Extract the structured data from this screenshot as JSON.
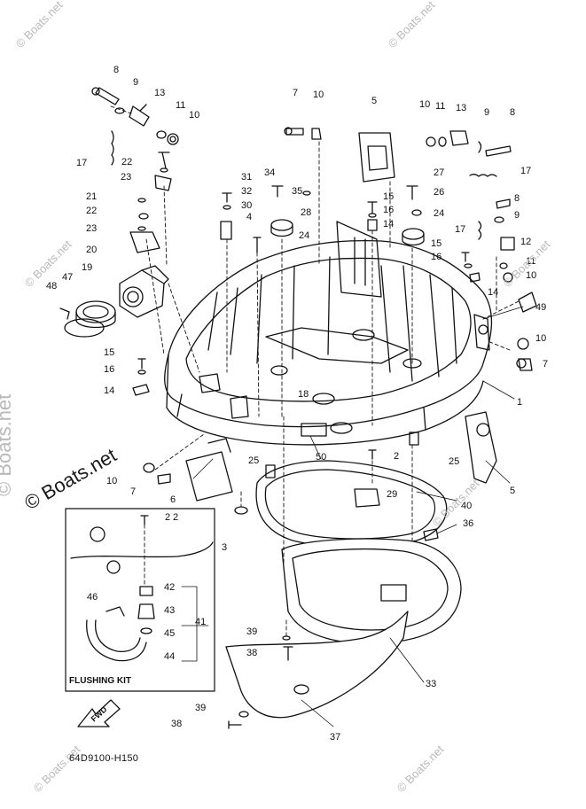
{
  "figure_code": "64D9100-H150",
  "flushing_kit_label": "FLUSHING KIT",
  "fwd_label": "FWD",
  "watermark": "© Boats.net",
  "callouts": [
    {
      "id": "c8a",
      "text": "8"
    },
    {
      "id": "c9a",
      "text": "9"
    },
    {
      "id": "c13a",
      "text": "13"
    },
    {
      "id": "c11a",
      "text": "11"
    },
    {
      "id": "c10a",
      "text": "10"
    },
    {
      "id": "c17a",
      "text": "17"
    },
    {
      "id": "c22a",
      "text": "22"
    },
    {
      "id": "c23a",
      "text": "23"
    },
    {
      "id": "c21",
      "text": "21"
    },
    {
      "id": "c22b",
      "text": "22"
    },
    {
      "id": "c23b",
      "text": "23"
    },
    {
      "id": "c20",
      "text": "20"
    },
    {
      "id": "c19",
      "text": "19"
    },
    {
      "id": "c47",
      "text": "47"
    },
    {
      "id": "c48",
      "text": "48"
    },
    {
      "id": "c15a",
      "text": "15"
    },
    {
      "id": "c16a",
      "text": "16"
    },
    {
      "id": "c14a",
      "text": "14"
    },
    {
      "id": "c10b",
      "text": "10"
    },
    {
      "id": "c7a",
      "text": "7"
    },
    {
      "id": "c6",
      "text": "6"
    },
    {
      "id": "c2a",
      "text": "2"
    },
    {
      "id": "c3",
      "text": "3"
    },
    {
      "id": "c7b",
      "text": "7"
    },
    {
      "id": "c10c",
      "text": "10"
    },
    {
      "id": "c5a",
      "text": "5"
    },
    {
      "id": "c10d",
      "text": "10"
    },
    {
      "id": "c11b",
      "text": "11"
    },
    {
      "id": "c13b",
      "text": "13"
    },
    {
      "id": "c9b",
      "text": "9"
    },
    {
      "id": "c8b",
      "text": "8"
    },
    {
      "id": "c17b",
      "text": "17"
    },
    {
      "id": "c34",
      "text": "34"
    },
    {
      "id": "c35",
      "text": "35"
    },
    {
      "id": "c28",
      "text": "28"
    },
    {
      "id": "c31",
      "text": "31"
    },
    {
      "id": "c32",
      "text": "32"
    },
    {
      "id": "c30",
      "text": "30"
    },
    {
      "id": "c4",
      "text": "4"
    },
    {
      "id": "c24a",
      "text": "24"
    },
    {
      "id": "c15b",
      "text": "15"
    },
    {
      "id": "c16b",
      "text": "16"
    },
    {
      "id": "c14b",
      "text": "14"
    },
    {
      "id": "c27",
      "text": "27"
    },
    {
      "id": "c26",
      "text": "26"
    },
    {
      "id": "c24b",
      "text": "24"
    },
    {
      "id": "c8c",
      "text": "8"
    },
    {
      "id": "c9c",
      "text": "9"
    },
    {
      "id": "c17c",
      "text": "17"
    },
    {
      "id": "c12",
      "text": "12"
    },
    {
      "id": "c15c",
      "text": "15"
    },
    {
      "id": "c16c",
      "text": "16"
    },
    {
      "id": "c11c",
      "text": "11"
    },
    {
      "id": "c10e",
      "text": "10"
    },
    {
      "id": "c14c",
      "text": "14"
    },
    {
      "id": "c49",
      "text": "49"
    },
    {
      "id": "c10f",
      "text": "10"
    },
    {
      "id": "c7c",
      "text": "7"
    },
    {
      "id": "c1",
      "text": "1"
    },
    {
      "id": "c18",
      "text": "18"
    },
    {
      "id": "c2b",
      "text": "2"
    },
    {
      "id": "c25a",
      "text": "25"
    },
    {
      "id": "c25b",
      "text": "25"
    },
    {
      "id": "c50",
      "text": "50"
    },
    {
      "id": "c5b",
      "text": "5"
    },
    {
      "id": "c29",
      "text": "29"
    },
    {
      "id": "c40",
      "text": "40"
    },
    {
      "id": "c36",
      "text": "36"
    },
    {
      "id": "c2c",
      "text": "2"
    },
    {
      "id": "c42",
      "text": "42"
    },
    {
      "id": "c46",
      "text": "46"
    },
    {
      "id": "c43",
      "text": "43"
    },
    {
      "id": "c41",
      "text": "41"
    },
    {
      "id": "c45",
      "text": "45"
    },
    {
      "id": "c44",
      "text": "44"
    },
    {
      "id": "c39a",
      "text": "39"
    },
    {
      "id": "c38a",
      "text": "38"
    },
    {
      "id": "c33",
      "text": "33"
    },
    {
      "id": "c39b",
      "text": "39"
    },
    {
      "id": "c38b",
      "text": "38"
    },
    {
      "id": "c37",
      "text": "37"
    }
  ]
}
